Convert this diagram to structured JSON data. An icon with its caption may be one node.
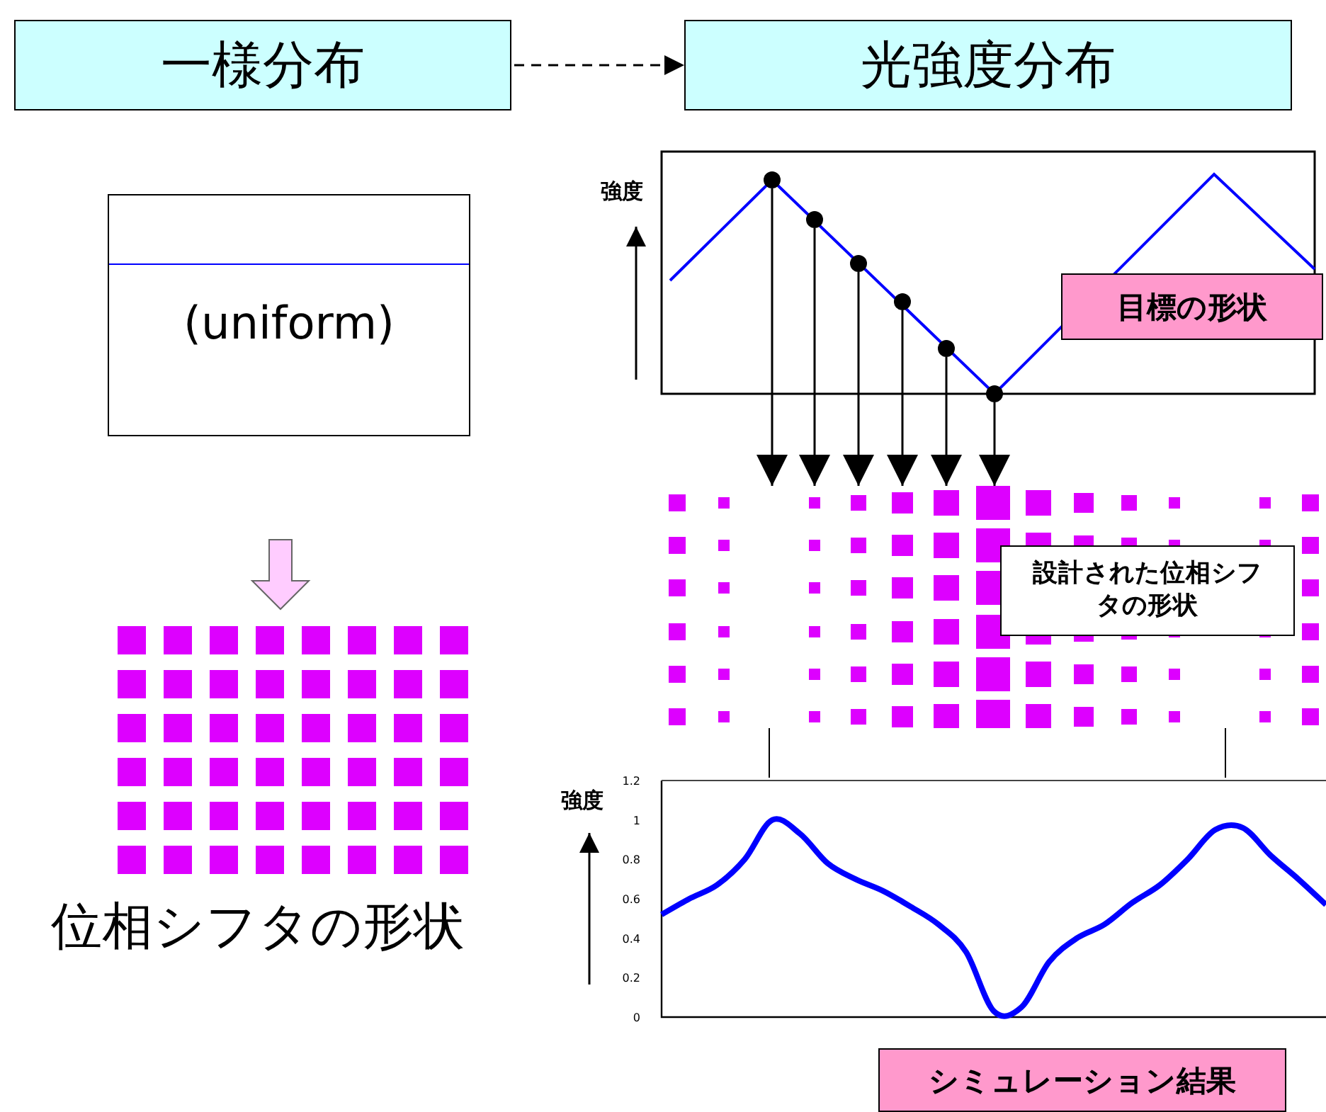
{
  "diagram": {
    "nodes": [
      {
        "text": [
          "一様分布"
        ]
      },
      {
        "text": [
          "光強度分布"
        ]
      },
      {
        "text": [
          "(uniform)"
        ]
      },
      {
        "text": [
          "目標の形状"
        ]
      },
      {
        "text": [],
        "shape": "circle"
      },
      {
        "text": [],
        "shape": "circle"
      },
      {
        "text": [],
        "shape": "circle"
      },
      {
        "text": [],
        "shape": "circle"
      },
      {
        "text": [],
        "shape": "circle"
      },
      {
        "text": [],
        "shape": "circle"
      },
      {
        "text": [],
        "shape": "picture"
      },
      {
        "text": [
          "設計された位相シフタの形状"
        ],
        "in": 10
      },
      {
        "text": [
          "シミュレーション結果"
        ]
      }
    ],
    "edges": [
      {
        "from": 0,
        "to": 1,
        "arrow": "to",
        "style": "dashed"
      },
      {
        "from": 4,
        "to": 10,
        "arrow": "to"
      },
      {
        "from": 5,
        "to": 10,
        "arrow": "to"
      },
      {
        "from": 6,
        "to": 10,
        "arrow": "to"
      },
      {
        "from": 7,
        "to": 10,
        "arrow": "to"
      },
      {
        "from": 8,
        "to": 10,
        "arrow": "to"
      },
      {
        "from": 9,
        "to": 10,
        "arrow": "to"
      },
      {
        "from": 10,
        "to": null,
        "arrow": "none"
      },
      {
        "from": 10,
        "to": null,
        "arrow": "none"
      }
    ],
    "labels": [
      "強度",
      "位相シフタの形状"
    ],
    "chart_data": {
      "type": "line",
      "ylabel": "強度",
      "ylim": [
        0,
        1.2
      ],
      "yticks": [
        0,
        0.2,
        0.4,
        0.6,
        0.8,
        1,
        1.2
      ],
      "series": [
        {
          "color": "#0000ff",
          "values": [
            0.52,
            0.6,
            0.67,
            0.8,
            1.0,
            0.93,
            0.78,
            0.7,
            0.64,
            0.56,
            0.47,
            0.33,
            0.03,
            0.05,
            0.28,
            0.4,
            0.47,
            0.58,
            0.67,
            0.8,
            0.95,
            0.96,
            0.82,
            0.7,
            0.57
          ]
        }
      ]
    }
  }
}
